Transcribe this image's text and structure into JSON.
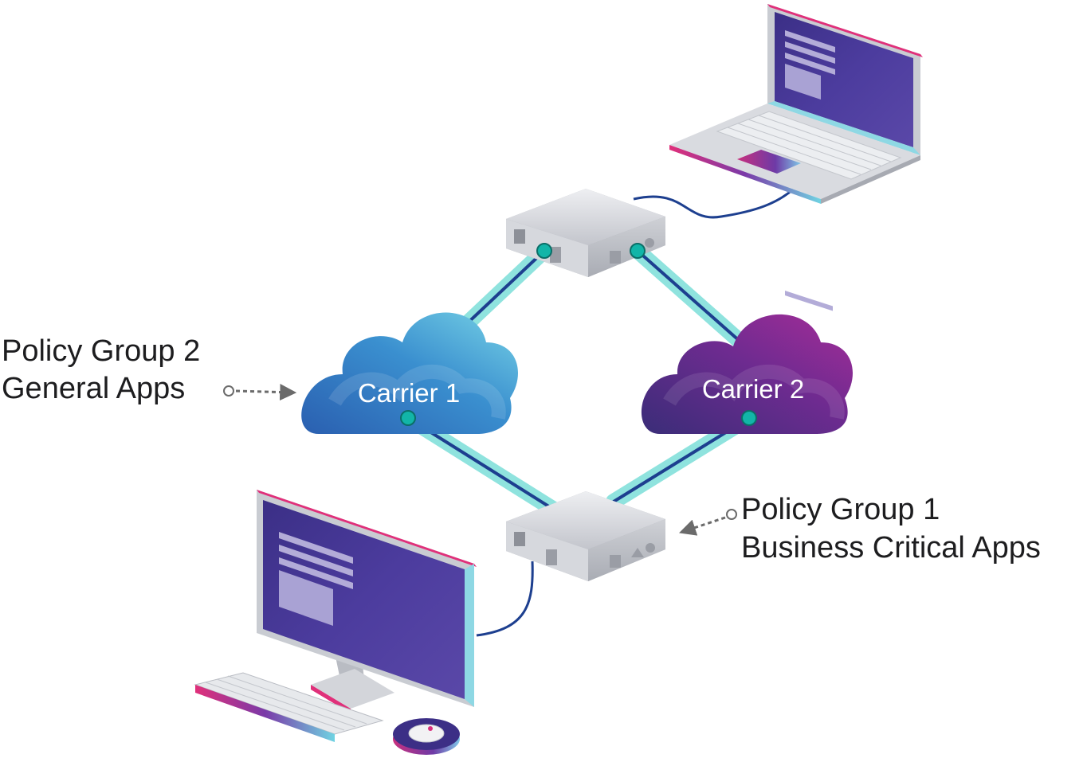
{
  "clouds": {
    "carrier1": {
      "label": "Carrier 1",
      "color_light": "#6fd0e4",
      "color_dark": "#2b6cb6"
    },
    "carrier2": {
      "label": "Carrier 2",
      "color_light": "#a32b9b",
      "color_dark": "#3b2d7a"
    }
  },
  "labels": {
    "policy_group_2": {
      "line1": "Policy Group 2",
      "line2": "General Apps"
    },
    "policy_group_1": {
      "line1": "Policy Group 1",
      "line2": "Business Critical Apps"
    }
  },
  "colors": {
    "link_glow": "#8fe3de",
    "link_core": "#1d3f8f",
    "port": "#12b5a8",
    "screen": "#4a3a98",
    "accent_pink": "#d9307d",
    "device_silver": "#d4d6db"
  }
}
